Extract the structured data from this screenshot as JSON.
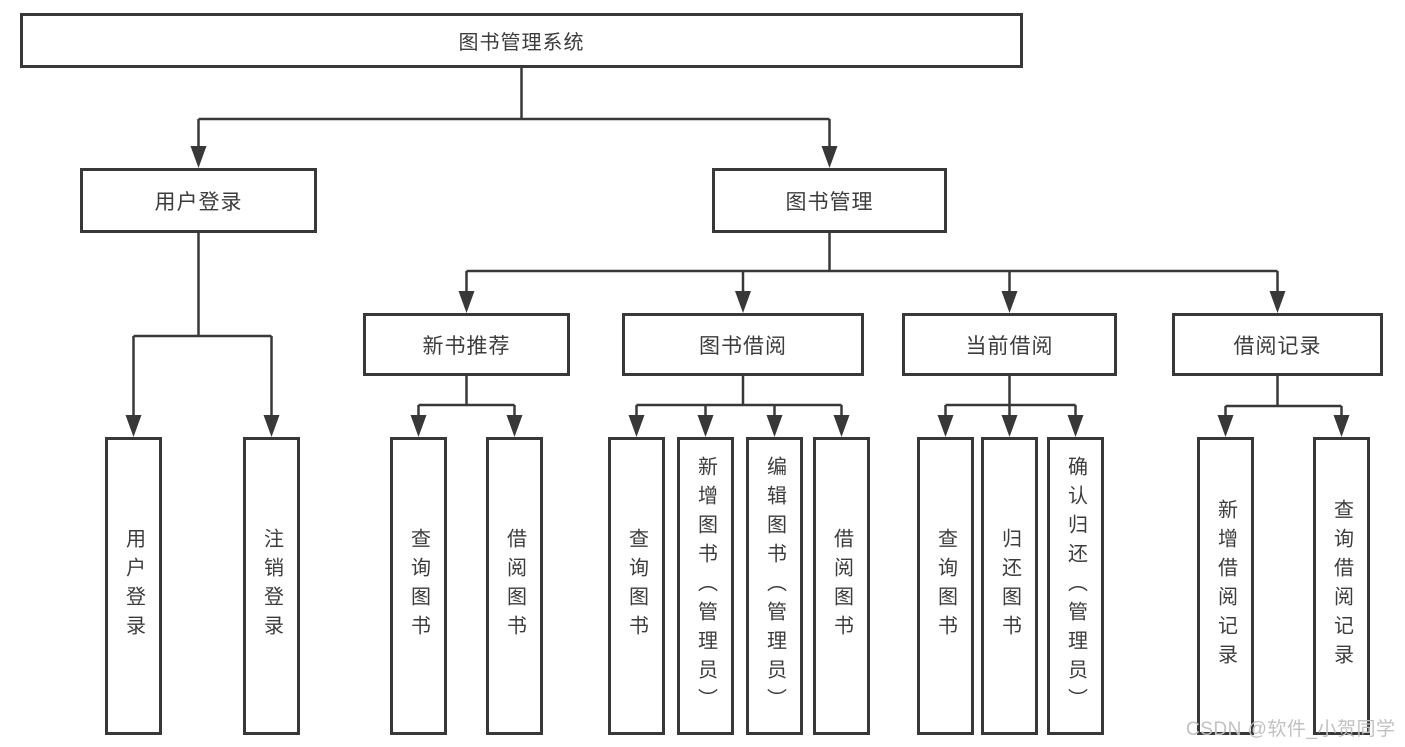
{
  "diagram_title": "图书管理系统",
  "tree": {
    "root": {
      "label": "图书管理系统",
      "children": [
        {
          "label": "用户登录",
          "children": [
            {
              "label": "用户登录"
            },
            {
              "label": "注销登录"
            }
          ]
        },
        {
          "label": "图书管理",
          "children": [
            {
              "label": "新书推荐",
              "children": [
                {
                  "label": "查询图书"
                },
                {
                  "label": "借阅图书"
                }
              ]
            },
            {
              "label": "图书借阅",
              "children": [
                {
                  "label": "查询图书"
                },
                {
                  "label": "新增图书（管理员）"
                },
                {
                  "label": "编辑图书（管理员）"
                },
                {
                  "label": "借阅图书"
                }
              ]
            },
            {
              "label": "当前借阅",
              "children": [
                {
                  "label": "查询图书"
                },
                {
                  "label": "归还图书"
                },
                {
                  "label": "确认归还（管理员）"
                }
              ]
            },
            {
              "label": "借阅记录",
              "children": [
                {
                  "label": "新增借阅记录"
                },
                {
                  "label": "查询借阅记录"
                }
              ]
            }
          ]
        }
      ]
    }
  },
  "watermark": "CSDN @软件_小贺同学",
  "colors": {
    "line": "#383838",
    "text": "#3c3c3c",
    "watermark_text": "#c2c0c0",
    "background": "#ffffff"
  }
}
